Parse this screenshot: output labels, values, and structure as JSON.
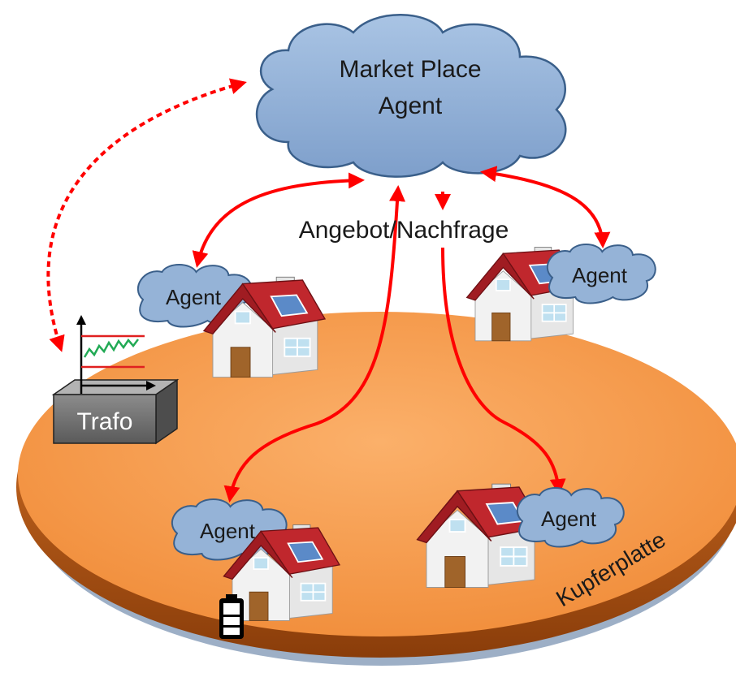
{
  "market": {
    "line1": "Market Place",
    "line2": "Agent"
  },
  "flow_label": "Angebot/Nachfrage",
  "agents": [
    "Agent",
    "Agent",
    "Agent",
    "Agent"
  ],
  "trafo_label": "Trafo",
  "plate_label": "Kupferplatte",
  "colors": {
    "cloud_fill": "#95b3d7",
    "cloud_stroke": "#3a5f8a",
    "plate_top": "#f79646",
    "plate_edge": "#c55a11",
    "arrow": "#ff0000",
    "roof": "#c0272d",
    "wall": "#f2f2f2",
    "door": "#a0642a",
    "trafo": "#7f7f7f",
    "signal": "#22aa55"
  }
}
